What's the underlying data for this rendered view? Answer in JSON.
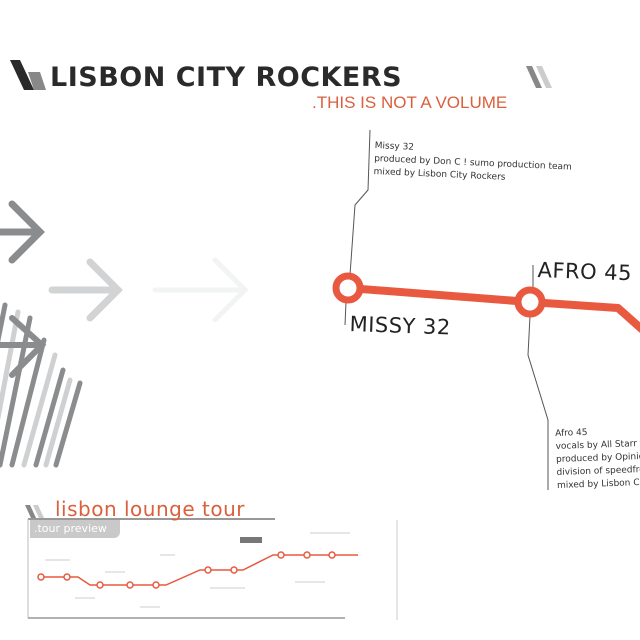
{
  "header": {
    "artist": "LISBON CITY ROCKERS",
    "subtitle": ".THIS IS NOT A VOLUME"
  },
  "tracks": [
    {
      "station": "MISSY 32",
      "credits": [
        "Missy 32",
        "produced by Don C ! sumo production team",
        "mixed by Lisbon City Rockers"
      ]
    },
    {
      "station": "AFRO 45",
      "credits": [
        "Afro 45",
        "vocals by All Starr",
        "produced by Opinio",
        "division of speedfre",
        "mixed by Lisbon City"
      ]
    }
  ],
  "tour": {
    "title": "lisbon lounge tour",
    "tab": ".tour preview"
  },
  "colors": {
    "accent": "#e8593f",
    "text": "#2a2a2a",
    "gray": "#8a8c8e",
    "light_gray": "#cfd0d1"
  }
}
